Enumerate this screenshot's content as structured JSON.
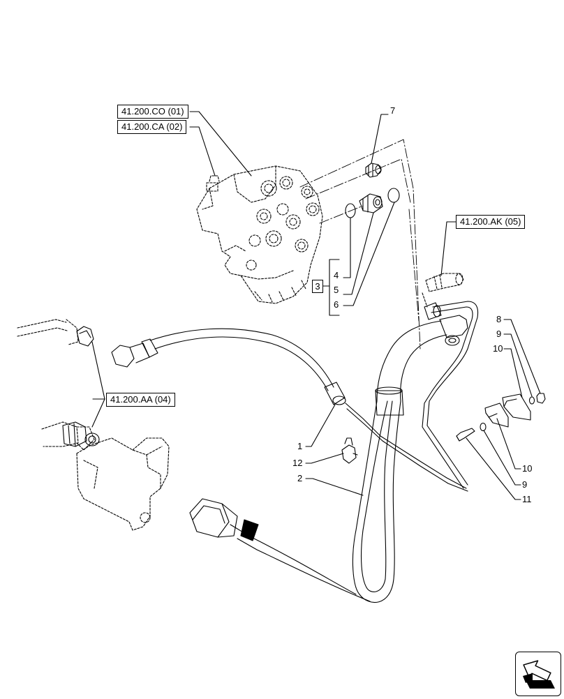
{
  "references": {
    "ref_co": "41.200.CO (01)",
    "ref_ca": "41.200.CA (02)",
    "ref_ak": "41.200.AK (05)",
    "ref_aa": "41.200.AA (04)"
  },
  "callouts": {
    "c1": "1",
    "c2": "2",
    "c3": "3",
    "c4": "4",
    "c5": "5",
    "c6": "6",
    "c7": "7",
    "c8": "8",
    "c9a": "9",
    "c9b": "9",
    "c10a": "10",
    "c10b": "10",
    "c11": "11",
    "c12": "12"
  },
  "icons": {
    "nav": "next-page-arrow-icon"
  }
}
